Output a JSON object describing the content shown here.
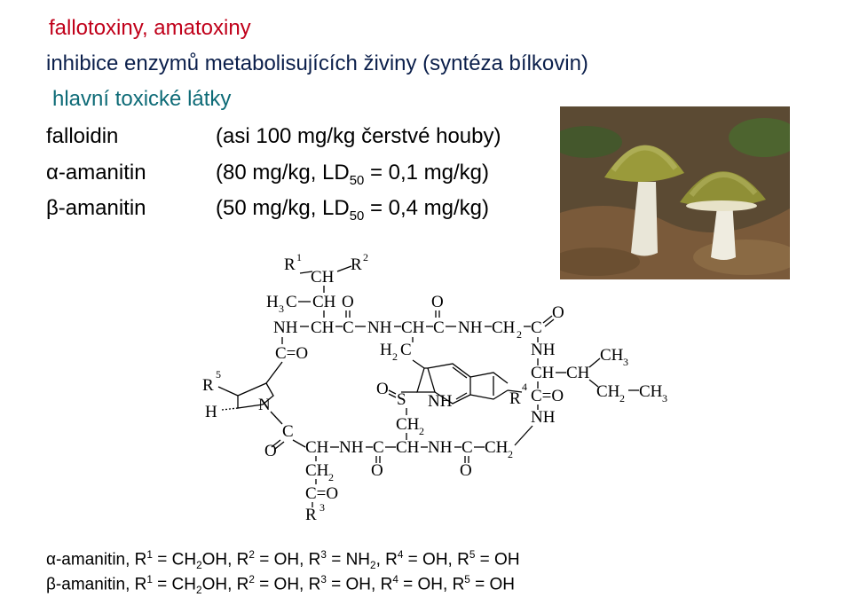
{
  "header": {
    "title": "fallotoxiny, amatoxiny",
    "subtitle": "inhibice enzymů metabolisujících živiny (syntéza bílkovin)",
    "section": "hlavní toxické látky"
  },
  "toxins": [
    {
      "name": "falloidin",
      "value": "(asi 100 mg/kg čerstvé houby)"
    },
    {
      "name": "α-amanitin",
      "pre": "(80 mg/kg, LD",
      "sub": "50",
      "post": " = 0,1 mg/kg)"
    },
    {
      "name": "β-amanitin",
      "pre": "(50 mg/kg, LD",
      "sub": "50",
      "post": " = 0,4 mg/kg)"
    }
  ],
  "photo": {
    "subject": "mushroom-photo"
  },
  "structure_labels": {
    "r1": "R",
    "r1n": "1",
    "r2": "R",
    "r2n": "2",
    "r3": "R",
    "r3n": "3",
    "r4": "R",
    "r4n": "4",
    "r5": "R",
    "r5n": "5",
    "ch": "CH",
    "h3c": "H",
    "h3c_n": "3",
    "h3c_c": "C",
    "o": "O",
    "nh": "NH",
    "c": "C",
    "n": "N",
    "h": "H",
    "ch2": "CH",
    "ch2_n": "2",
    "h2c_h": "H",
    "h2c_n": "2",
    "h2c_c": "C",
    "s": "S",
    "ch3": "CH",
    "ch3_n": "3",
    "c_eq_o": "C=O"
  },
  "footer": [
    {
      "prefix": "α-amanitin, R",
      "parts": [
        "1",
        " = CH",
        "2",
        "OH, R",
        "2",
        " = OH, R",
        "3",
        " = NH",
        "2",
        ", R",
        "4",
        " = OH, R",
        "5",
        " = OH"
      ]
    },
    {
      "prefix": "β-amanitin, R",
      "parts": [
        "1",
        " = CH",
        "2",
        "OH, R",
        "2",
        " = OH, R",
        "3",
        " = OH, R",
        "4",
        " = OH, R",
        "5",
        " = OH"
      ]
    }
  ]
}
